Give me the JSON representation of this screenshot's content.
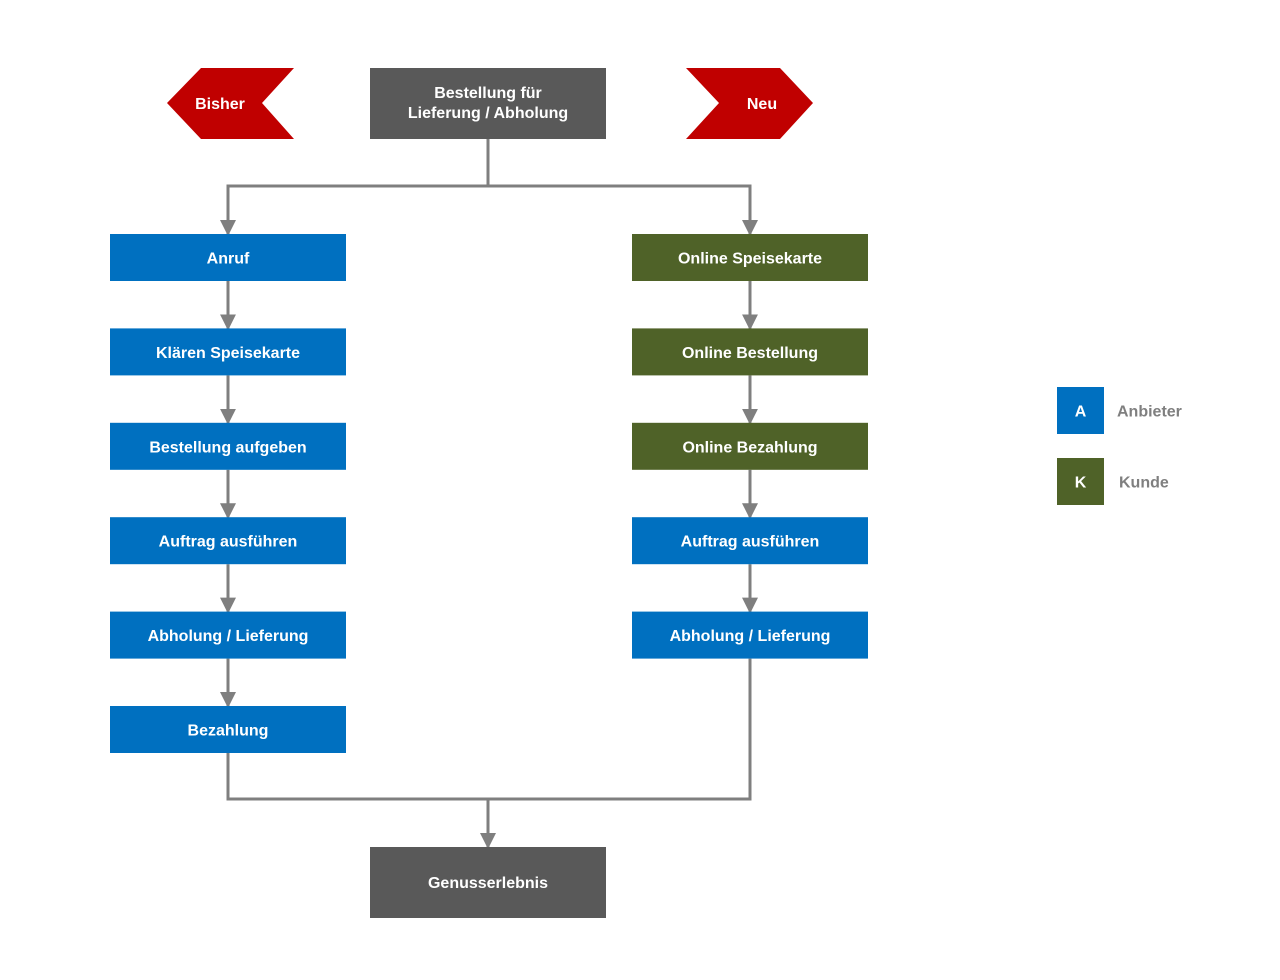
{
  "colors": {
    "header": "#595959",
    "provider": "#0070c0",
    "customer": "#4f6228",
    "accent": "#c00000",
    "connector": "#7f7f7f",
    "legend_text": "#7f7f7f"
  },
  "top": {
    "lines": [
      "Bestellung für",
      "Lieferung / Abholung"
    ]
  },
  "tags": {
    "old": "Bisher",
    "new": "Neu"
  },
  "old_flow": [
    {
      "label": "Anruf",
      "role": "provider"
    },
    {
      "label": "Klären Speisekarte",
      "role": "provider"
    },
    {
      "label": "Bestellung aufgeben",
      "role": "provider"
    },
    {
      "label": "Auftrag ausführen",
      "role": "provider"
    },
    {
      "label": "Abholung / Lieferung",
      "role": "provider"
    },
    {
      "label": "Bezahlung",
      "role": "provider"
    }
  ],
  "new_flow": [
    {
      "label": "Online Speisekarte",
      "role": "customer"
    },
    {
      "label": "Online Bestellung",
      "role": "customer"
    },
    {
      "label": "Online Bezahlung",
      "role": "customer"
    },
    {
      "label": "Auftrag ausführen",
      "role": "provider"
    },
    {
      "label": "Abholung / Lieferung",
      "role": "provider"
    }
  ],
  "bottom": {
    "label": "Genusserlebnis"
  },
  "legend": [
    {
      "key": "A",
      "label": "Anbieter",
      "role": "provider"
    },
    {
      "key": "K",
      "label": "Kunde",
      "role": "customer"
    }
  ]
}
